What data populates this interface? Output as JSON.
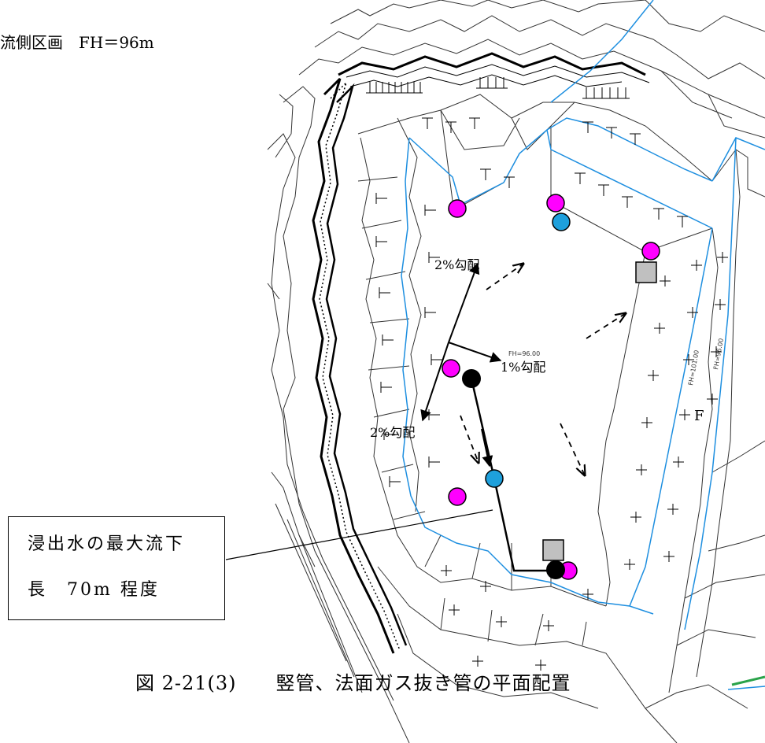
{
  "heading": "流側区画　FH＝96m",
  "caption": "図 2-21(3)　　竪管、法面ガス抜き管の平面配置",
  "callout": {
    "line1": "浸出水の最大流下",
    "line2": "長　70m 程度"
  },
  "slopes": {
    "upper": "2%勾配",
    "center": "1%勾配",
    "lower": "2%勾配"
  },
  "small_labels": {
    "fh_center": "FH=96.00",
    "fh_right_1": "FH=101.00",
    "fh_right_2": "FH=96.00",
    "letter_f": "F"
  },
  "colors": {
    "gas_vent_pipe": "#ff00ff",
    "vertical_pipe": "#1ea0dc",
    "drain_node": "#000000",
    "structure_square": "#c0c0c0",
    "boundary_line": "#1e8fe0",
    "slope_ticks": "#000000"
  }
}
